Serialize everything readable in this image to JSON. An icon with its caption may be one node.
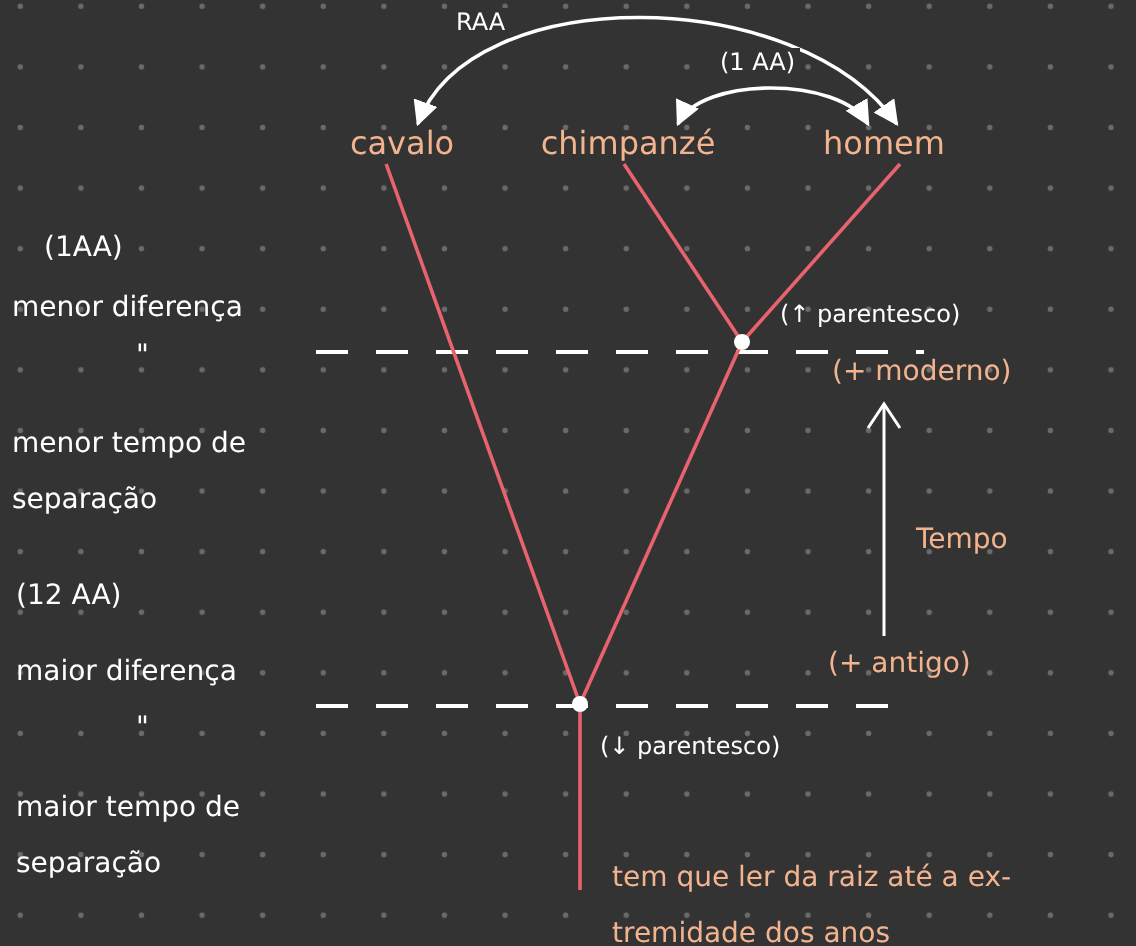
{
  "diagram": {
    "nodes": [
      {
        "text": [
          "cavalo"
        ]
      },
      {
        "text": [
          "chimpanzé"
        ]
      },
      {
        "text": [
          "homem"
        ]
      },
      {
        "text": [],
        "shape": "circle",
        "beside": [
          "(↑ parentesco)"
        ]
      },
      {
        "text": [],
        "shape": "circle",
        "beside": [
          "(↓ parentesco)"
        ]
      }
    ],
    "edges": [
      {
        "from": 0,
        "to": 2,
        "arrow": "both",
        "label": "RAA",
        "color": "#ffffff"
      },
      {
        "from": 1,
        "to": 2,
        "arrow": "both",
        "label": "(1 AA)",
        "color": "#ffffff"
      },
      {
        "from": 3,
        "to": 1,
        "arrow": "none"
      },
      {
        "from": 3,
        "to": 2,
        "arrow": "none"
      },
      {
        "from": 4,
        "to": 0,
        "arrow": "none"
      },
      {
        "from": 4,
        "to": 3,
        "arrow": "none"
      },
      {
        "from": null,
        "to": 4,
        "arrow": "none"
      }
    ],
    "labels": [
      "(1AA)",
      "menor diferença",
      "\"",
      "(+ moderno)",
      "menor tempo de separação",
      "Tempo",
      "(12 AA)",
      "(+ antigo)",
      "maior diferença",
      "\"",
      "maior tempo de separação",
      "tem que ler da raiz até a ex- tremidade dos anos"
    ]
  }
}
